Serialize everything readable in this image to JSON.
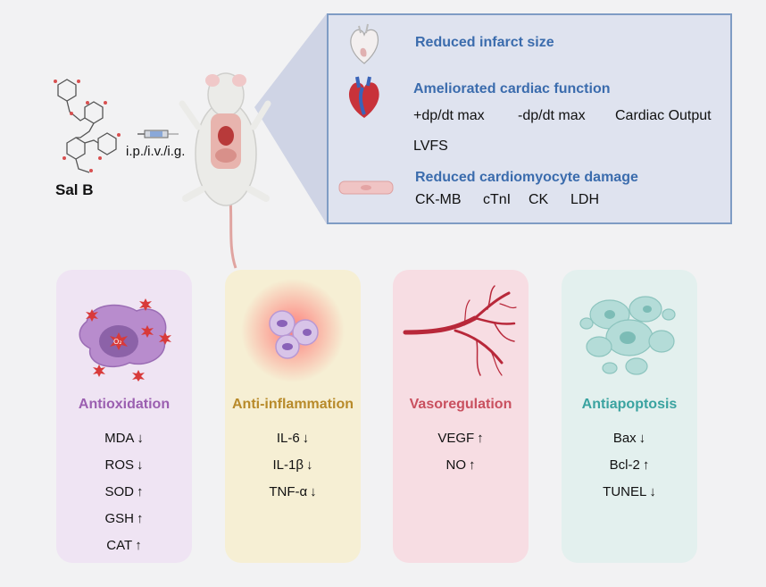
{
  "compound": {
    "label": "Sal B",
    "routes": "i.p./i.v./i.g."
  },
  "outcomes": [
    {
      "heading": "Reduced infarct size",
      "items": []
    },
    {
      "heading": "Ameliorated cardiac function",
      "items": [
        "+dp/dt max",
        "-dp/dt max",
        "Cardiac Output",
        "LVFS"
      ]
    },
    {
      "heading": "Reduced cardiomyocyte damage",
      "items": [
        "CK-MB",
        "cTnI",
        "CK",
        "LDH"
      ]
    }
  ],
  "mechanisms": [
    {
      "title": "Antioxidation",
      "color": "#9b5fb0",
      "bg": "#efe4f3",
      "markers": [
        {
          "label": "MDA",
          "dir": "↓"
        },
        {
          "label": "ROS",
          "dir": "↓"
        },
        {
          "label": "SOD",
          "dir": "↑"
        },
        {
          "label": "GSH",
          "dir": "↑"
        },
        {
          "label": "CAT",
          "dir": "↑"
        }
      ]
    },
    {
      "title": "Anti-inflammation",
      "color": "#b88a2a",
      "bg": "#f6efd4",
      "markers": [
        {
          "label": "IL-6",
          "dir": "↓"
        },
        {
          "label": "IL-1β",
          "dir": "↓"
        },
        {
          "label": "TNF-α",
          "dir": "↓"
        }
      ]
    },
    {
      "title": "Vasoregulation",
      "color": "#c9505f",
      "bg": "#f7dde3",
      "markers": [
        {
          "label": "VEGF",
          "dir": "↑"
        },
        {
          "label": "NO",
          "dir": "↑"
        }
      ]
    },
    {
      "title": "Antiapoptosis",
      "color": "#3aa3a0",
      "bg": "#e3f0ee",
      "markers": [
        {
          "label": "Bax",
          "dir": "↓"
        },
        {
          "label": "Bcl-2",
          "dir": "↑"
        },
        {
          "label": "TUNEL",
          "dir": "↓"
        }
      ]
    }
  ],
  "radical_label": "O₂"
}
